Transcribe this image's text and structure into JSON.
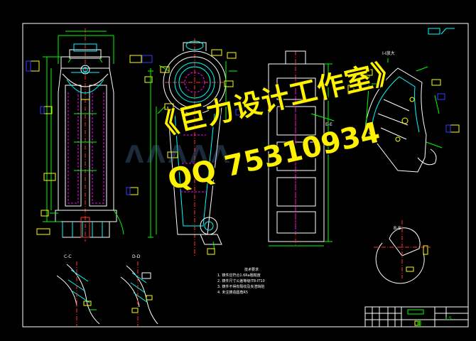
{
  "watermark": {
    "studio_name": "《巨力设计工作室》",
    "qq": "QQ 75310934"
  },
  "tech_notes": {
    "title": "技术要求",
    "items": [
      "1. 铸件应符合1.6Ra粗糙度",
      "2. 铸件尺寸公差等级IT8-IT10",
      "3. 铸件不得有裂纹及夹渣缺陷",
      "4. 未注铸造圆角R5"
    ]
  },
  "section_labels": {
    "cc": "C-C",
    "dd": "D-D",
    "ee": "E-E",
    "bb": "B-B",
    "rotated_view": "I-I放大"
  },
  "title_block": {
    "scale": "1:5"
  },
  "colors": {
    "background": "#000000",
    "outline": "#ffffff",
    "feature": "#00ffff",
    "dimension": "#00ff00",
    "hidden": "#ff00ff",
    "centerline": "#ff3030",
    "callout": "#ffff00",
    "note_box": "#3a3aff",
    "watermark": "#fff200"
  }
}
